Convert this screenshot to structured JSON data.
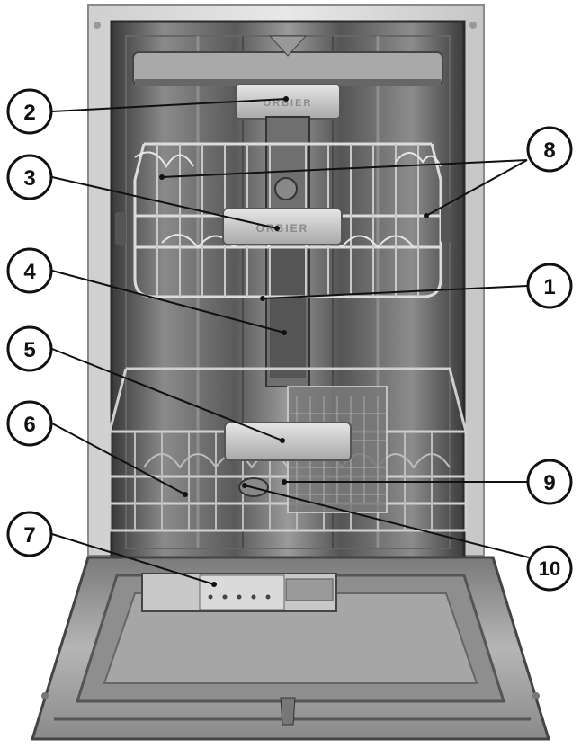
{
  "brand_mark": "ORBIER",
  "callouts": [
    {
      "id": "1",
      "label": "1"
    },
    {
      "id": "2",
      "label": "2"
    },
    {
      "id": "3",
      "label": "3"
    },
    {
      "id": "4",
      "label": "4"
    },
    {
      "id": "5",
      "label": "5"
    },
    {
      "id": "6",
      "label": "6"
    },
    {
      "id": "7",
      "label": "7"
    },
    {
      "id": "8",
      "label": "8"
    },
    {
      "id": "9",
      "label": "9"
    },
    {
      "id": "10",
      "label": "10"
    }
  ]
}
